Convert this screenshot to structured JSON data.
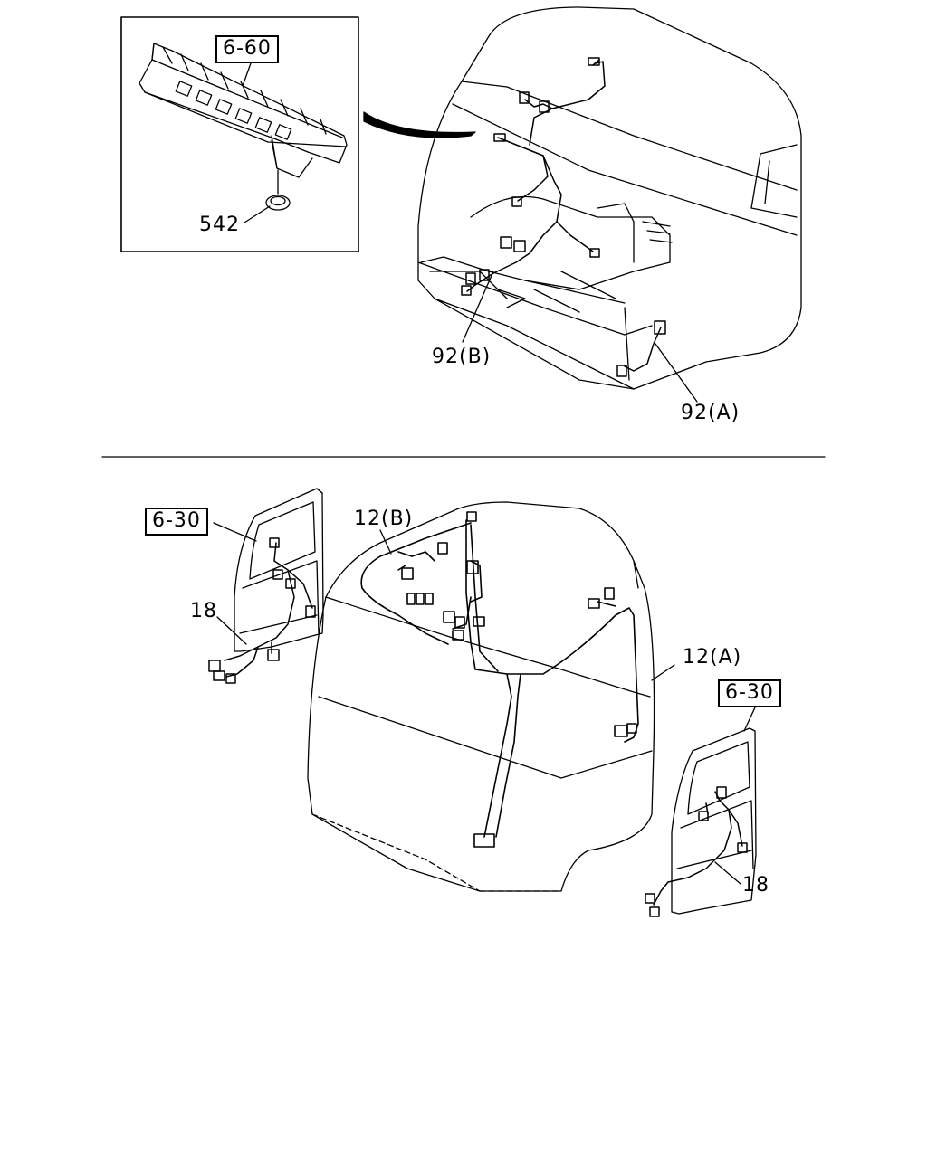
{
  "top_section": {
    "ref_box_label": "6-60",
    "part_542": "542",
    "part_92b": "92(B)",
    "part_92a": "92(A)"
  },
  "bottom_section": {
    "ref_box_left": "6-30",
    "ref_box_right": "6-30",
    "part_18_left": "18",
    "part_18_right": "18",
    "part_12b": "12(B)",
    "part_12a": "12(A)"
  }
}
